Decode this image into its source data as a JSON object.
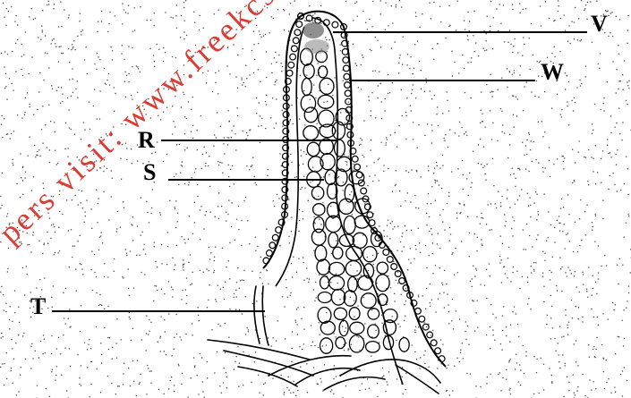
{
  "diagram": {
    "labels": {
      "v": "V",
      "w": "W",
      "r": "R",
      "s": "S",
      "t": "T"
    },
    "watermark": "pers visit: www.freekcsepastpapers"
  },
  "colors": {
    "ink": "#000000",
    "stipple": "#4a4a4a",
    "watermark": "#d6281e",
    "background": "#ffffff"
  }
}
